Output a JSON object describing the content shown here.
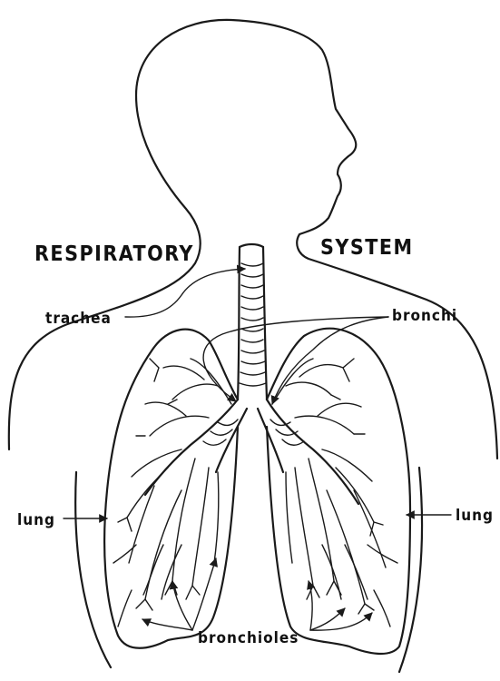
{
  "diagram": {
    "title_left": "RESPIRATORY",
    "title_right": "SYSTEM",
    "labels": {
      "trachea": "trachea",
      "bronchi": "bronchi",
      "lung_left": "lung",
      "lung_right": "lung",
      "bronchioles": "bronchioles"
    },
    "ink_color": "#1a1a1a",
    "background_color": "#ffffff"
  }
}
